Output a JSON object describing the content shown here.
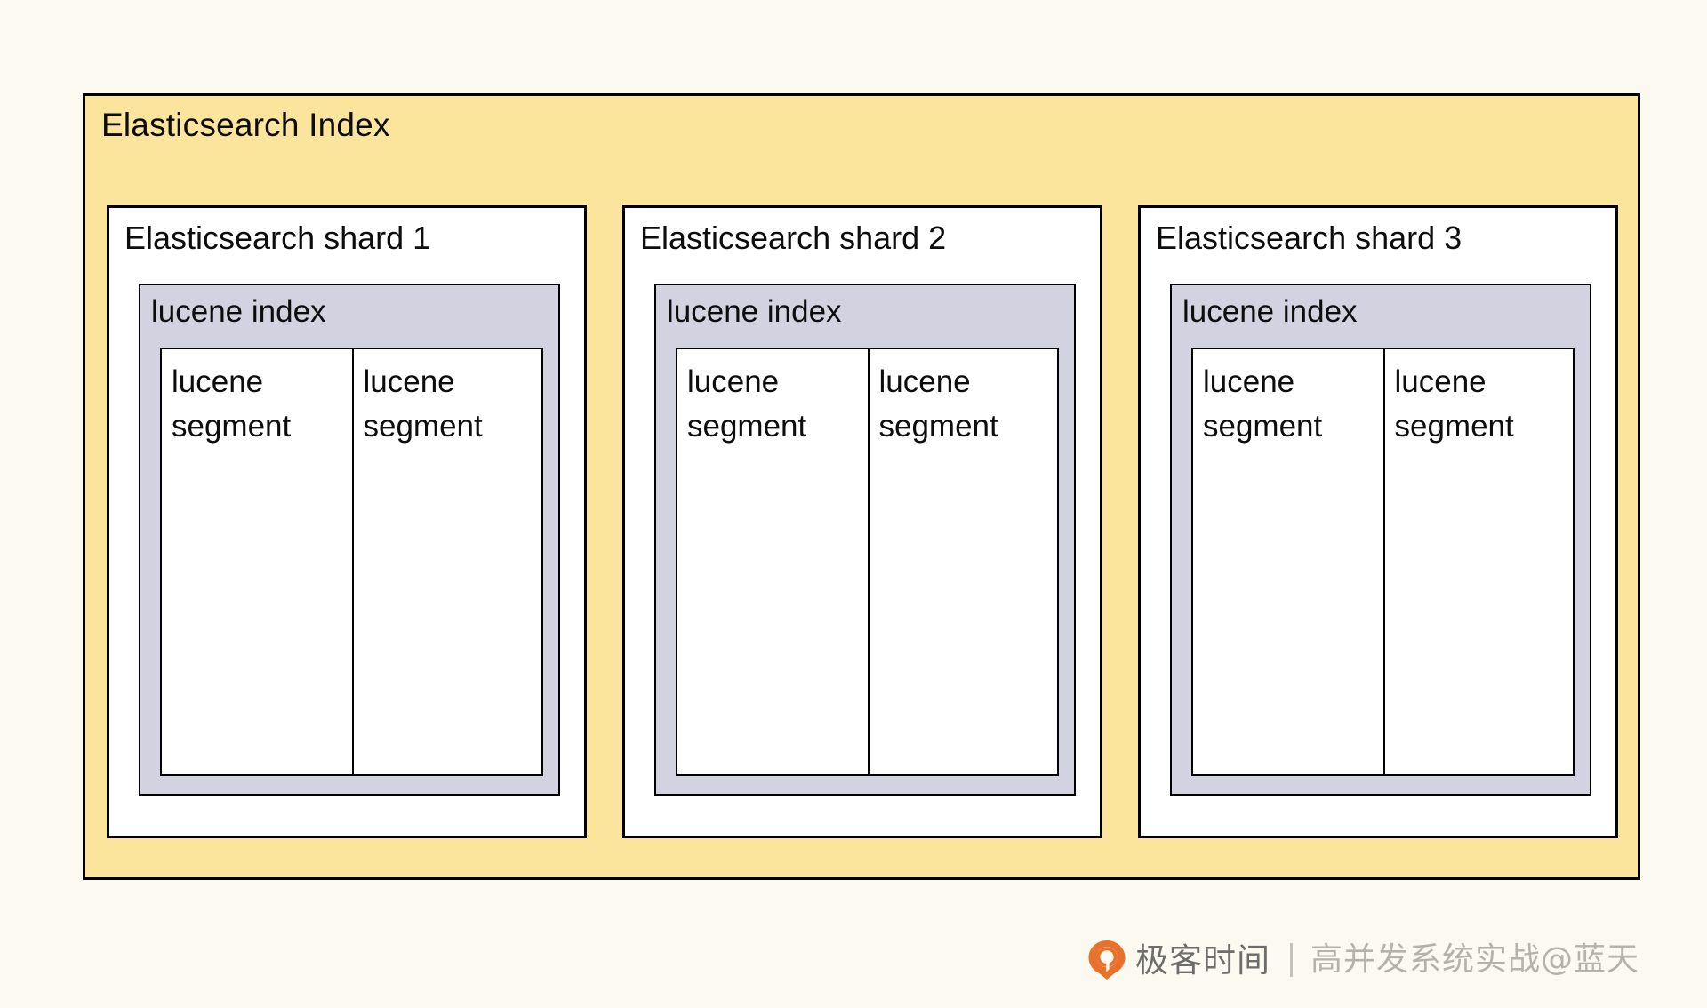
{
  "diagram": {
    "container": {
      "title": "Elasticsearch Index",
      "fill": "#FBE49B",
      "border": "#000000"
    },
    "shards": [
      {
        "title": "Elasticsearch shard 1",
        "lucene_index": {
          "title": "lucene index",
          "fill": "#D2D2E0",
          "segments": [
            {
              "line1": "lucene",
              "line2": "segment"
            },
            {
              "line1": "lucene",
              "line2": "segment"
            }
          ]
        }
      },
      {
        "title": "Elasticsearch shard 2",
        "lucene_index": {
          "title": "lucene index",
          "fill": "#D2D2E0",
          "segments": [
            {
              "line1": "lucene",
              "line2": "segment"
            },
            {
              "line1": "lucene",
              "line2": "segment"
            }
          ]
        }
      },
      {
        "title": "Elasticsearch shard 3",
        "lucene_index": {
          "title": "lucene index",
          "fill": "#D2D2E0",
          "segments": [
            {
              "line1": "lucene",
              "line2": "segment"
            },
            {
              "line1": "lucene",
              "line2": "segment"
            }
          ]
        }
      }
    ]
  },
  "watermark": {
    "logo_icon": "geekbang-pin-logo-icon",
    "brand": "极客时间",
    "separator": "|",
    "course": "高并发系统实战@蓝天",
    "logo_color": "#E8722B",
    "brand_color": "#6d6d6d",
    "course_color": "#b4b2a9"
  },
  "page": {
    "background": "#FCF9F0"
  }
}
